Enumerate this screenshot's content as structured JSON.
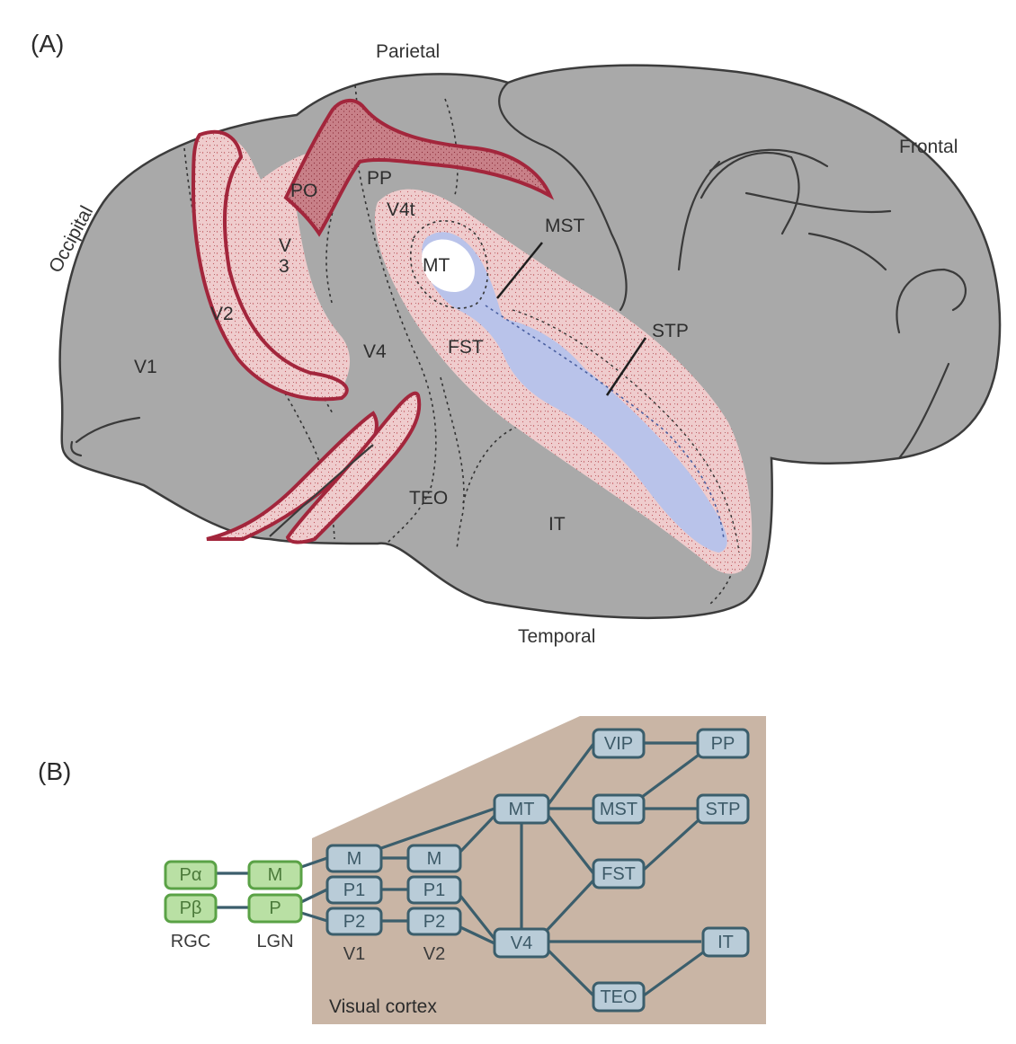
{
  "panel_a": {
    "label": "(A)",
    "lobes": {
      "parietal": "Parietal",
      "frontal": "Frontal",
      "occipital": "Occipital",
      "temporal": "Temporal"
    },
    "areas": {
      "po": "PO",
      "pp": "PP",
      "v4t": "V4t",
      "mt": "MT",
      "mst": "MST",
      "v3a": "V",
      "v3b": "3",
      "v2": "V2",
      "v1": "V1",
      "v4": "V4",
      "fst": "FST",
      "stp": "STP",
      "teo": "TEO",
      "it": "IT"
    }
  },
  "panel_b": {
    "label": "(B)",
    "region_label": "Visual cortex",
    "nodes": {
      "palpha": "Pα",
      "pbeta": "Pβ",
      "lgn_m": "M",
      "lgn_p": "P",
      "v1_m": "M",
      "v1_p1": "P1",
      "v1_p2": "P2",
      "v2_m": "M",
      "v2_p1": "P1",
      "v2_p2": "P2",
      "mt": "MT",
      "v4": "V4",
      "vip": "VIP",
      "pp": "PP",
      "mst": "MST",
      "stp": "STP",
      "fst": "FST",
      "it": "IT",
      "teo": "TEO"
    },
    "column_labels": {
      "rgc": "RGC",
      "lgn": "LGN",
      "v1": "V1",
      "v2": "V2"
    },
    "colors": {
      "region_fill": "#c9b5a5",
      "cortical_node_fill": "#b9ccd8",
      "cortical_node_stroke": "#3b5e6c",
      "subcortical_node_fill": "#b9e0a4",
      "subcortical_node_stroke": "#5aa246"
    }
  },
  "colors": {
    "brain_fill": "#a9a9a9",
    "pathway_stroke": "#a3263c",
    "stipple_fill": "#ecc8c9",
    "mt_highlight": "#b9c3ea"
  }
}
